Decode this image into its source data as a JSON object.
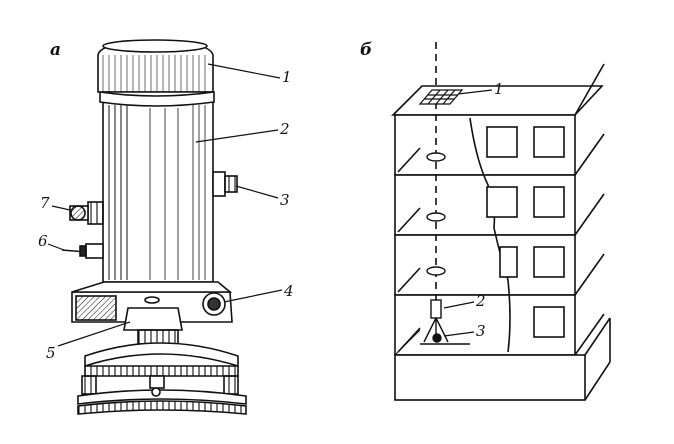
{
  "figure": {
    "panel_a": {
      "label": "а",
      "callouts": [
        "1",
        "2",
        "3",
        "4",
        "5",
        "6",
        "7"
      ]
    },
    "panel_b": {
      "label": "б",
      "callouts": [
        "1",
        "2",
        "3"
      ]
    }
  },
  "colors": {
    "ink": "#111111",
    "paper": "#ffffff"
  }
}
